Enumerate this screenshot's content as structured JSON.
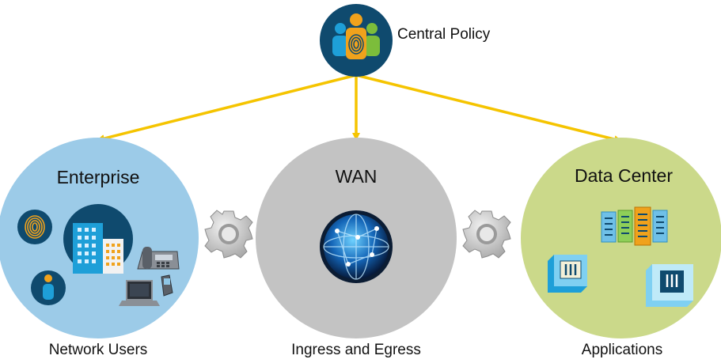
{
  "policy": {
    "label": "Central Policy"
  },
  "nodes": [
    {
      "id": "enterprise",
      "title": "Enterprise",
      "caption": "Network Users",
      "color": "#9ccbe8"
    },
    {
      "id": "wan",
      "title": "WAN",
      "caption": "Ingress and Egress",
      "color": "#c3c3c3"
    },
    {
      "id": "datacenter",
      "title": "Data Center",
      "caption": "Applications",
      "color": "#cbd98a"
    }
  ],
  "colors": {
    "arrow": "#f5c400",
    "policy_badge": "#0f4a6e",
    "gear": "#d5d5d5",
    "icon_dark": "#0f4a6e",
    "icon_blue": "#1e9fd8",
    "icon_orange": "#f0a21c",
    "icon_green": "#7cbd3b"
  },
  "icons": [
    "policy-people-fingerprint-icon",
    "fingerprint-icon",
    "building-icon",
    "user-icon",
    "ip-phone-icon",
    "laptop-icon",
    "handheld-device-icon",
    "globe-network-icon",
    "server-rack-icon",
    "application-cube-icon",
    "gear-icon"
  ]
}
